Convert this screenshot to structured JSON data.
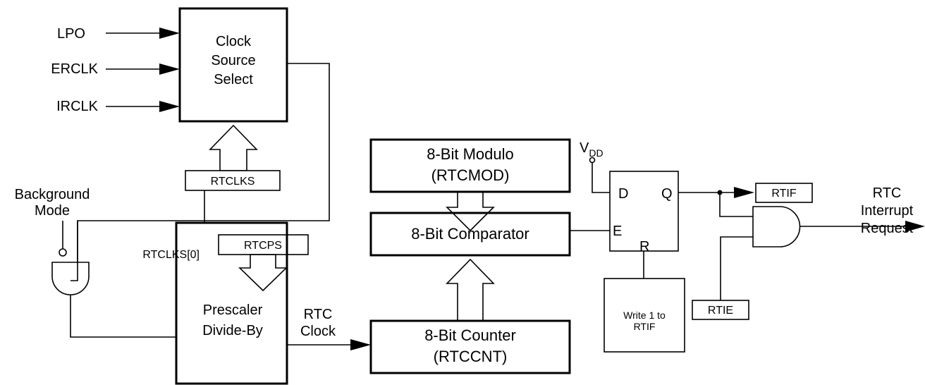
{
  "inputs": {
    "lpo": "LPO",
    "erclk": "ERCLK",
    "irclk": "IRCLK"
  },
  "clock_source": {
    "line1": "Clock",
    "line2": "Source",
    "line3": "Select"
  },
  "rtclks": "RTCLKS",
  "rtclks0": "RTCLKS[0]",
  "background": {
    "line1": "Background",
    "line2": "Mode"
  },
  "rtcps": "RTCPS",
  "prescaler": {
    "line1": "Prescaler",
    "line2": "Divide-By"
  },
  "rtc_clock": {
    "line1": "RTC",
    "line2": "Clock"
  },
  "modulo": {
    "line1": "8-Bit Modulo",
    "line2": "(RTCMOD)"
  },
  "comparator": "8-Bit Comparator",
  "counter": {
    "line1": "8-Bit Counter",
    "line2": "(RTCCNT)"
  },
  "vdd": {
    "main": "V",
    "sub": "DD"
  },
  "flipflop": {
    "d": "D",
    "q": "Q",
    "e": "E",
    "r": "R"
  },
  "write1": {
    "line1": "Write 1 to",
    "line2": "RTIF"
  },
  "rtif": "RTIF",
  "rtie": "RTIE",
  "interrupt": {
    "line1": "RTC",
    "line2": "Interrupt",
    "line3": "Request"
  }
}
